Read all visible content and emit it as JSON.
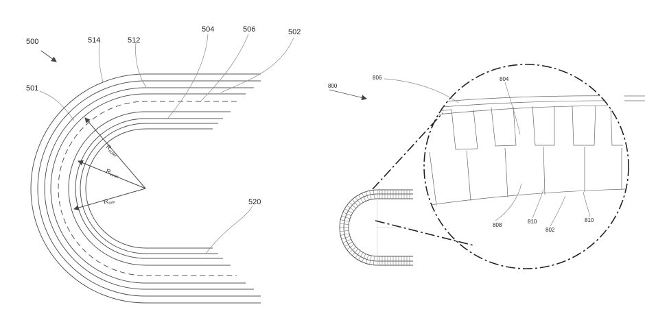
{
  "labels": {
    "fig500": "500",
    "l514": "514",
    "l512": "512",
    "l504": "504",
    "l506": "506",
    "l502": "502",
    "l501": "501",
    "l520": "520",
    "fig800": "800",
    "l806": "806",
    "l804": "804",
    "l808": "808",
    "l810a": "810",
    "l802": "802",
    "l810b": "810"
  },
  "radii": {
    "outer_main": "R",
    "outer_sub": "outer",
    "inner_main": "R",
    "inner_sub": "inner",
    "min_main": "R",
    "min_sub": "min"
  }
}
